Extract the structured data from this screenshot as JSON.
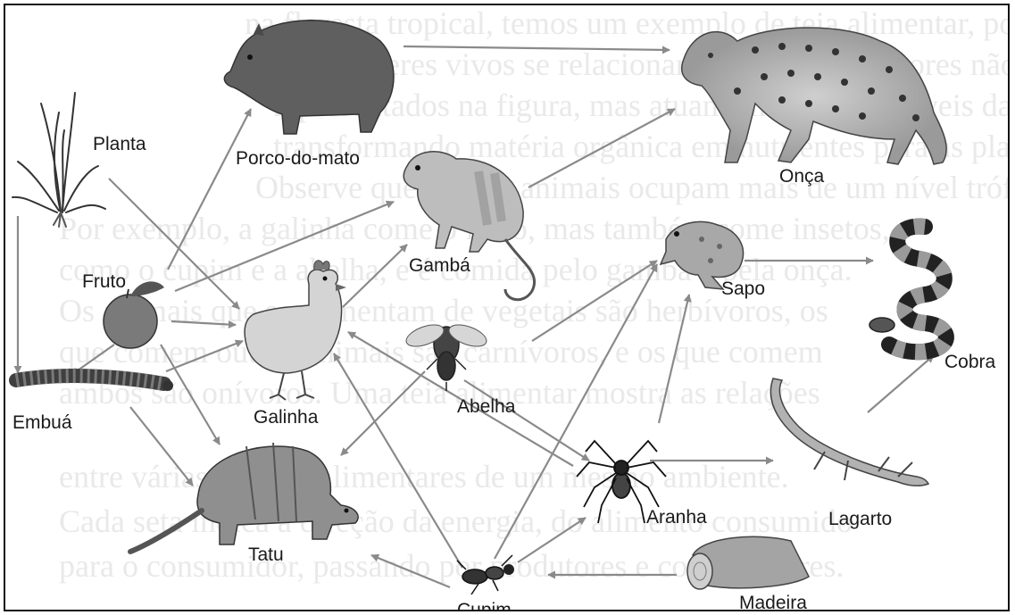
{
  "organisms": {
    "planta": "Planta",
    "porco_do_mato": "Porco-do-mato",
    "onca": "Onça",
    "gamba": "Gambá",
    "fruto": "Fruto",
    "sapo": "Sapo",
    "cobra": "Cobra",
    "galinha": "Galinha",
    "abelha": "Abelha",
    "embua": "Embuá",
    "lagarto": "Lagarto",
    "aranha": "Aranha",
    "tatu": "Tatu",
    "madeira": "Madeira",
    "cupim": "Cupim"
  },
  "background_text": [
    "na floresta tropical, temos um exemplo de teia alimentar, por meio da",
    "qual os seres vivos se relacionam. Os decompositores não estão",
    "representados na figura, mas atuam em todos os níveis da teia,",
    "transformando matéria orgânica em nutrientes para as plantas.",
    "Observe que muitos animais ocupam mais de um nível trófico.",
    "Por exemplo, a galinha come o fruto, mas também come insetos,",
    "como o cupim e a abelha, e é comida pelo gambá e pela onça.",
    "Os animais que se alimentam de vegetais são herbívoros, os",
    "que comem outros animais são carnívoros, e os que comem",
    "ambos são onívoros. Uma teia alimentar mostra as relações",
    "entre várias cadeias alimentares de um mesmo ambiente.",
    "Cada seta indica a direção da energia, do alimento consumido",
    "para o consumidor, passando por produtores e consumidores."
  ],
  "arrows": [
    [
      "fruto",
      "porco"
    ],
    [
      "fruto",
      "gamba"
    ],
    [
      "fruto",
      "galinha"
    ],
    [
      "fruto",
      "embua"
    ],
    [
      "fruto",
      "tatu"
    ],
    [
      "planta",
      "galinha"
    ],
    [
      "planta",
      "embua"
    ],
    [
      "porco",
      "onca"
    ],
    [
      "gamba",
      "onca"
    ],
    [
      "galinha",
      "gamba"
    ],
    [
      "embua",
      "galinha"
    ],
    [
      "embua",
      "tatu"
    ],
    [
      "abelha",
      "sapo"
    ],
    [
      "abelha",
      "tatu"
    ],
    [
      "abelha",
      "aranha"
    ],
    [
      "aranha",
      "galinha"
    ],
    [
      "aranha",
      "sapo"
    ],
    [
      "aranha",
      "lagarto"
    ],
    [
      "cupim",
      "galinha"
    ],
    [
      "cupim",
      "sapo"
    ],
    [
      "cupim",
      "aranha"
    ],
    [
      "cupim",
      "tatu"
    ],
    [
      "madeira",
      "cupim"
    ],
    [
      "sapo",
      "cobra"
    ],
    [
      "lagarto",
      "cobra"
    ]
  ]
}
